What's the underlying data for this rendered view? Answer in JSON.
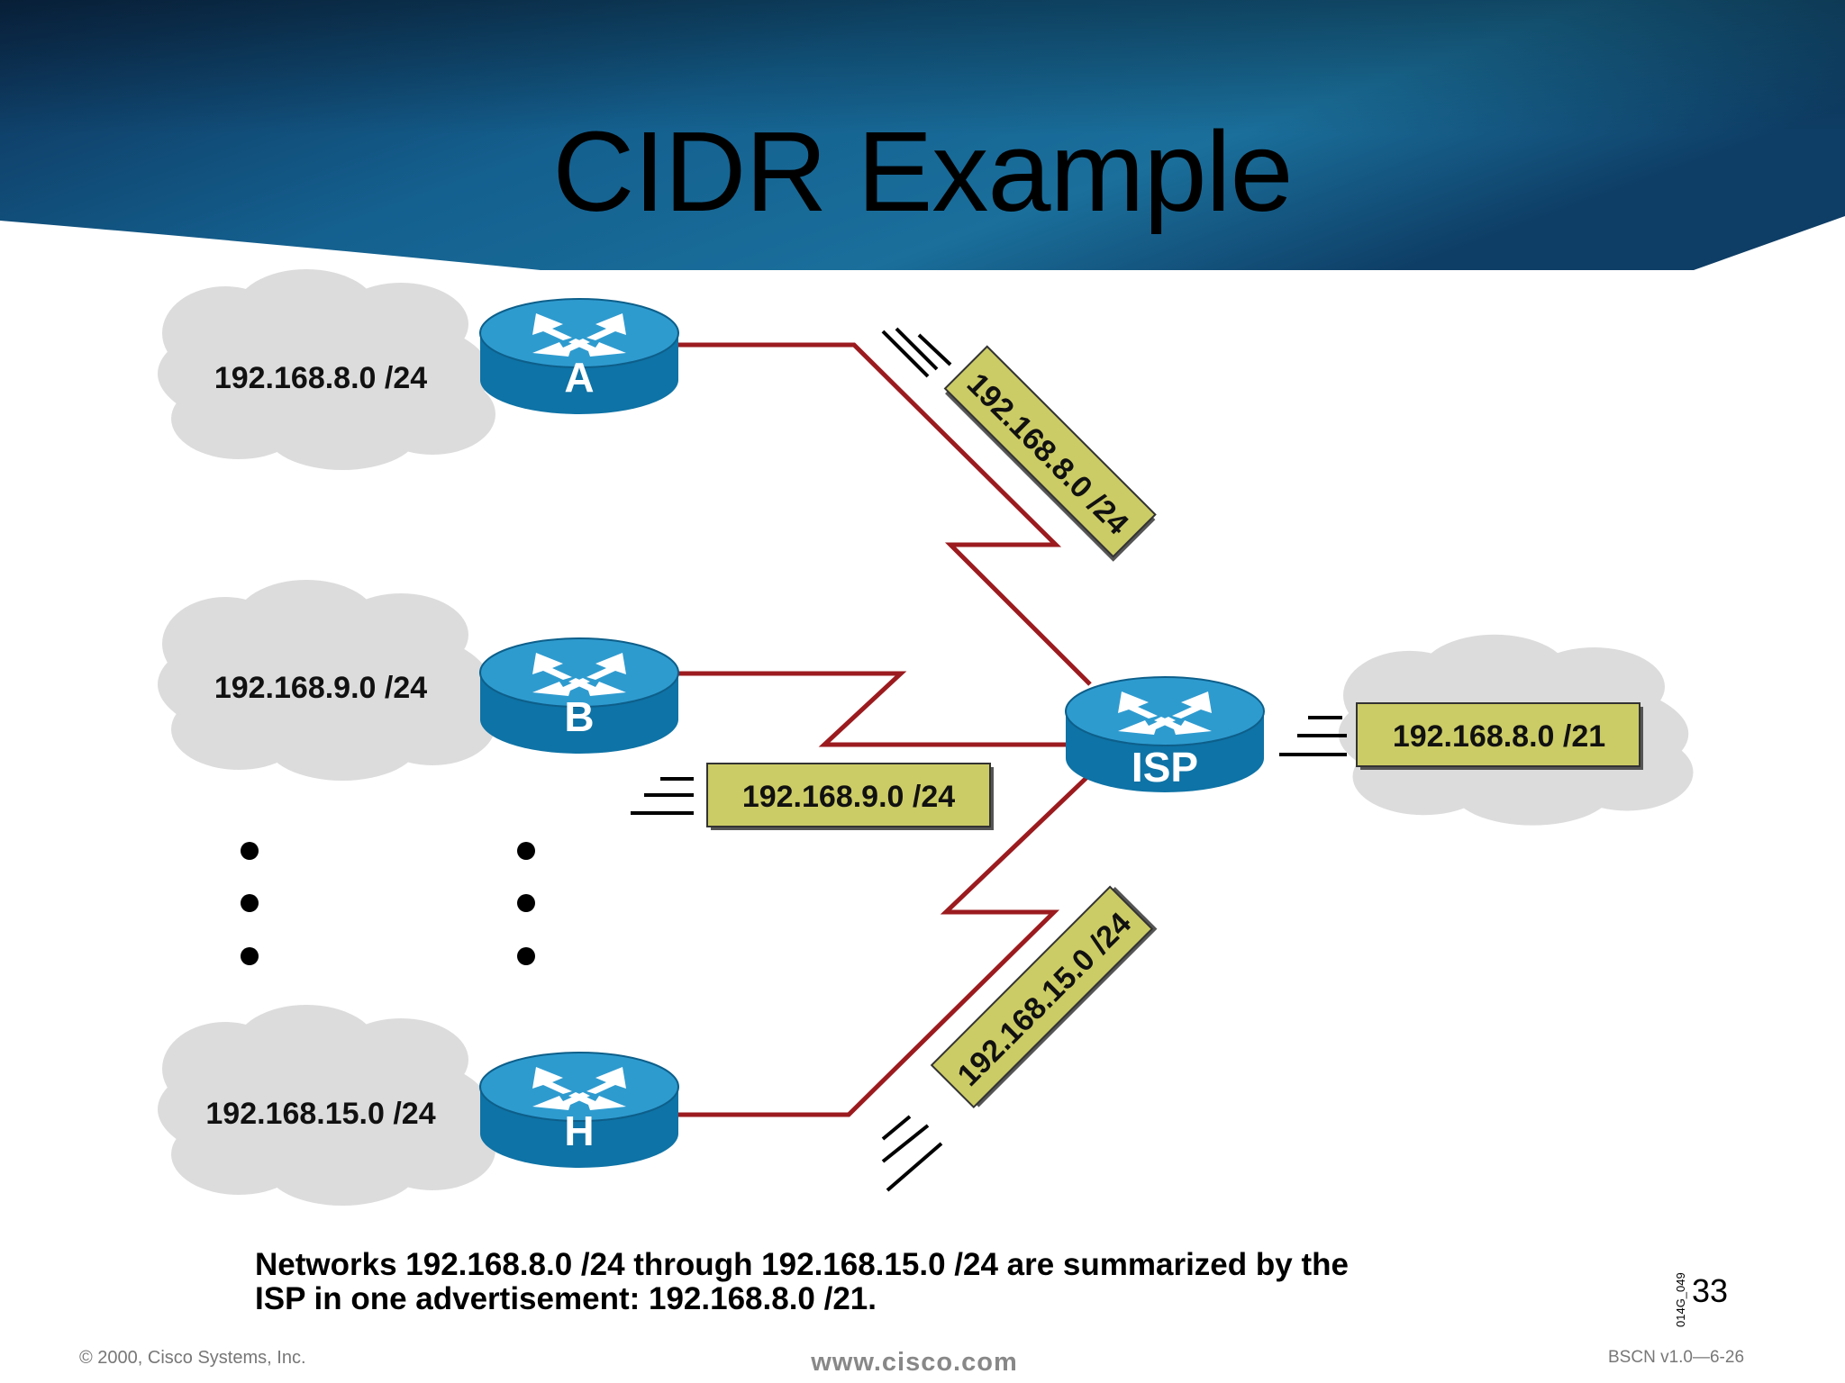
{
  "slide": {
    "title": "CIDR Example",
    "caption_line1": "Networks 192.168.8.0 /24 through 192.168.15.0 /24 are summarized by the",
    "caption_line2": "ISP in one advertisement: 192.168.8.0 /21.",
    "slide_number": "33",
    "slide_code": "014G_049"
  },
  "footer": {
    "copyright": "© 2000, Cisco Systems, Inc.",
    "url": "www.cisco.com",
    "course": "BSCN v1.0—6-26"
  },
  "diagram": {
    "routers": [
      "A",
      "B",
      "H",
      "ISP"
    ],
    "networks": [
      "192.168.8.0 /24",
      "192.168.9.0 /24",
      "192.168.15.0 /24"
    ],
    "advertisements": [
      "192.168.8.0 /24",
      "192.168.9.0 /24",
      "192.168.15.0 /24",
      "192.168.8.0 /21"
    ]
  },
  "colors": {
    "header_blue": "#0f4f7e",
    "router_blue": "#1d86b8",
    "link_red": "#9b1b1f",
    "label_fill": "#cccc66",
    "cloud_gray": "#dcdcdc"
  }
}
